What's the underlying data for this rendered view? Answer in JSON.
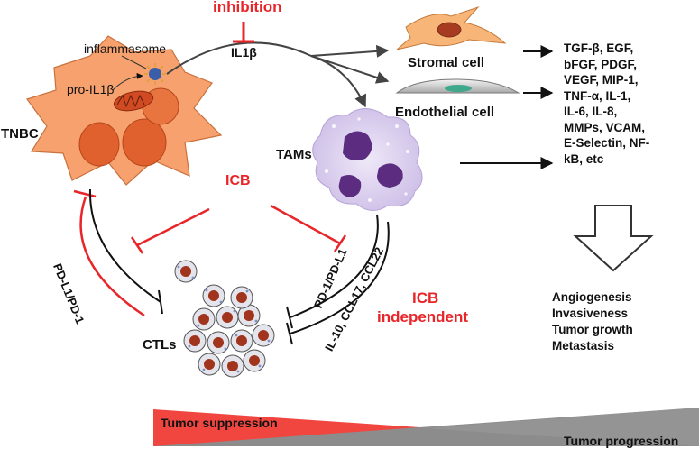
{
  "labels": {
    "inhibition": "inhibition",
    "il1b": "IL1β",
    "inflammasome": "inflammasome",
    "pro_il1b": "pro-IL1β",
    "tnbc": "TNBC",
    "stromal_cell": "Stromal cell",
    "endothelial_cell": "Endothelial cell",
    "tams": "TAMs",
    "icb": "ICB",
    "icb_independent_line1": "ICB",
    "icb_independent_line2": "independent",
    "ctls": "CTLs",
    "pdl1_pd1": "PD-L1/PD-1",
    "pd1_pdl1": "PD-1/PD-L1",
    "cytokines": "IL-10, CCL17, CCL22",
    "tumor_suppression": "Tumor suppression",
    "tumor_progression": "Tumor progression"
  },
  "factors": [
    "TGF-β, EGF,",
    "bFGF, PDGF,",
    "VEGF, MIP-1,",
    "TNF-α, IL-1,",
    "IL-6, IL-8,",
    "MMPs, VCAM,",
    "E-Selectin, NF-",
    "kB, etc"
  ],
  "outcomes": [
    "Angiogenesis",
    "Invasiveness",
    "Tumor growth",
    "Metastasis"
  ],
  "colors": {
    "accent_red": "#e8262a",
    "tumor_cell": "#f7a26e",
    "tumor_nucleus": "#e0602e",
    "tam_body": "#dcd0ee",
    "tam_nucleus": "#5b2c80",
    "ctl_body": "#e4e4ec",
    "ctl_nucleus": "#a0341c",
    "suppression_red": "#f0463f",
    "progression_gray": "#8c8c8c"
  }
}
